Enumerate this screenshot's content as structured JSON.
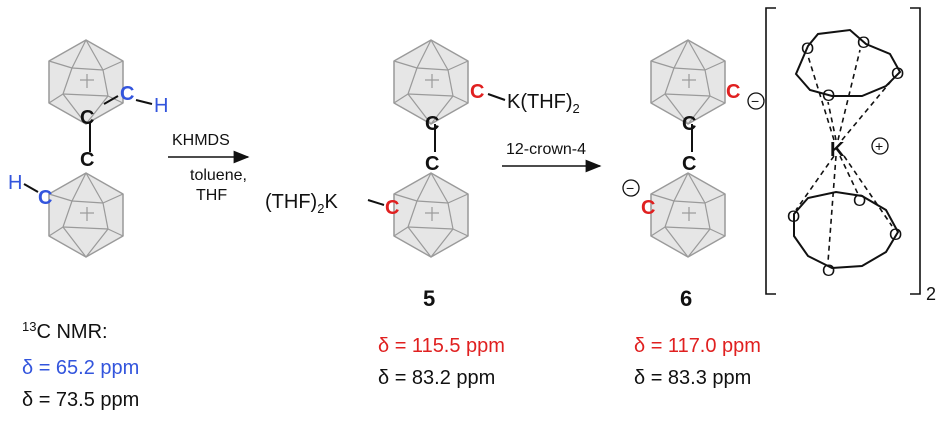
{
  "colors": {
    "blue": "#3355dd",
    "red": "#e02020",
    "black": "#111111",
    "cage": "#9a9a9a"
  },
  "atoms": {
    "carbon": "C",
    "hydrogen": "H",
    "oxygen": "O",
    "potassium": "K"
  },
  "reactant": {
    "nmr_prefix_sup": "13",
    "nmr_prefix": "C NMR:",
    "shift_blue": "δ = 65.2 ppm",
    "shift_black": "δ = 73.5 ppm"
  },
  "step1": {
    "reagent": "KHMDS",
    "solvent1": "toluene,",
    "solvent2": "THF"
  },
  "compound5": {
    "label": "5",
    "upper_substituent_K": "K(THF)",
    "upper_substituent_sub": "2",
    "lower_substituent_prefix": "(THF)",
    "lower_substituent_sub": "2",
    "lower_substituent_K": "K",
    "shift_red": "δ = 115.5 ppm",
    "shift_black": "δ = 83.2 ppm"
  },
  "step2": {
    "reagent": "12-crown-4"
  },
  "compound6": {
    "label": "6",
    "charge_minus": "−",
    "cation_charge": "+",
    "counterion_subscript": "2",
    "shift_red": "δ = 117.0 ppm",
    "shift_black": "δ = 83.3 ppm"
  }
}
